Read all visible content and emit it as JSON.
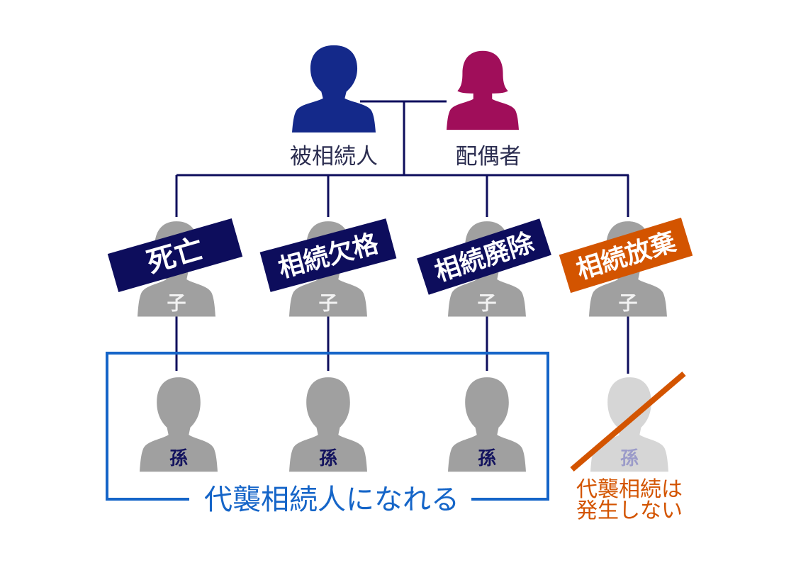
{
  "parents": {
    "decedent": {
      "label": "被相続人"
    },
    "spouse": {
      "label": "配偶者"
    }
  },
  "children": [
    {
      "label": "子",
      "status": "死亡",
      "status_color": "#0d0d5c",
      "grandchild": "孫",
      "can_represent": true
    },
    {
      "label": "子",
      "status": "相続欠格",
      "status_color": "#0d0d5c",
      "grandchild": "孫",
      "can_represent": true
    },
    {
      "label": "子",
      "status": "相続廃除",
      "status_color": "#0d0d5c",
      "grandchild": "孫",
      "can_represent": true
    },
    {
      "label": "子",
      "status": "相続放棄",
      "status_color": "#d35400",
      "grandchild": "孫",
      "can_represent": false
    }
  ],
  "representation_group": {
    "label": "代襲相続人になれる"
  },
  "no_representation_note": {
    "line1": "代襲相続は",
    "line2": "発生しない"
  },
  "colors": {
    "decedent": "#14298a",
    "spouse": "#a00e5a",
    "line": "#0d0d5c",
    "person": "#a0a0a0",
    "person_faded": "#d6d6d6",
    "group_border": "#1565c8",
    "warning": "#d35400",
    "status_navy": "#0d0d5c"
  }
}
